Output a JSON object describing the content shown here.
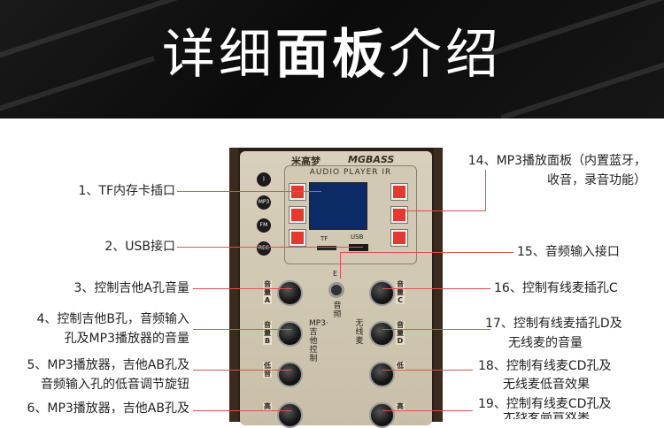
{
  "banner": {
    "title_light_1": "详细",
    "title_bold": "面板",
    "title_light_2": "介绍"
  },
  "device": {
    "brand_left": "米高梦",
    "brand_right": "MGBASS",
    "audio_player_label": "AUDIO PLAYER",
    "ir_label": "IR",
    "tf_label": "TF",
    "usb_label": "USB",
    "mode_buttons": [
      "MP3",
      "FM",
      "REC"
    ],
    "knob_labels_left": [
      "音量A",
      "音量B",
      "低音",
      "高"
    ],
    "knob_labels_right": [
      "音量C",
      "音量D",
      "低",
      "高"
    ],
    "mp3_guitar_label": "MP3·吉他控制",
    "wireless_label": "无线麦",
    "audio_input_label": "音频",
    "jack_label": "E"
  },
  "callouts": {
    "c1": "1、TF内存卡插口",
    "c2": "2、USB接口",
    "c3": "3、控制吉他A孔音量",
    "c4a": "4、控制吉他B孔，音频输入",
    "c4b": "孔及MP3播放器的音量",
    "c5a": "5、MP3播放器，吉他AB孔及",
    "c5b": "音频输入孔的低音调节旋钮",
    "c6": "6、MP3播放器，吉他AB孔及",
    "c14a": "14、MP3播放面板（内置蓝牙，",
    "c14b": "收音，录音功能）",
    "c15": "15、音频输入接口",
    "c16": "16、控制有线麦插孔C",
    "c17a": "17、控制有线麦插孔D及",
    "c17b": "无线麦的音量",
    "c18a": "18、控制有线麦CD孔及",
    "c18b": "无线麦低音效果",
    "c19a": "19、控制有线麦CD孔及",
    "c19b": "无线麦高音效果"
  },
  "colors": {
    "banner_bg": "#111111",
    "leader_line": "#d9534f",
    "screen": "#0b2a66",
    "button_red": "#e23a2e"
  }
}
